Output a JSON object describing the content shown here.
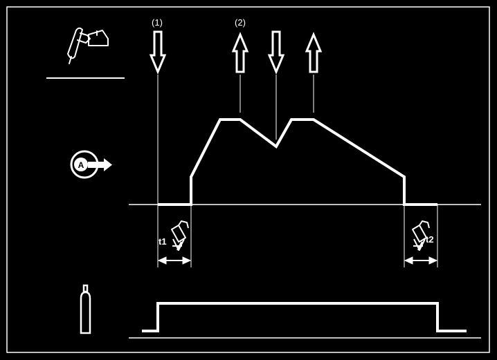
{
  "colors": {
    "background": "#000000",
    "foreground": "#ffffff"
  },
  "markers": {
    "one": "(1)",
    "two": "(2)"
  },
  "timers": {
    "pre_gas": "t1",
    "post_gas": "t2"
  },
  "icons": {
    "torch": "welding-torch-icon",
    "current": "current-output-icon",
    "current_letter": "A",
    "gas": "gas-cylinder-icon",
    "pre_gas_valve": "gas-valve-icon",
    "post_gas_valve": "gas-valve-icon"
  },
  "trigger_arrows": [
    "down",
    "up",
    "down",
    "up"
  ]
}
